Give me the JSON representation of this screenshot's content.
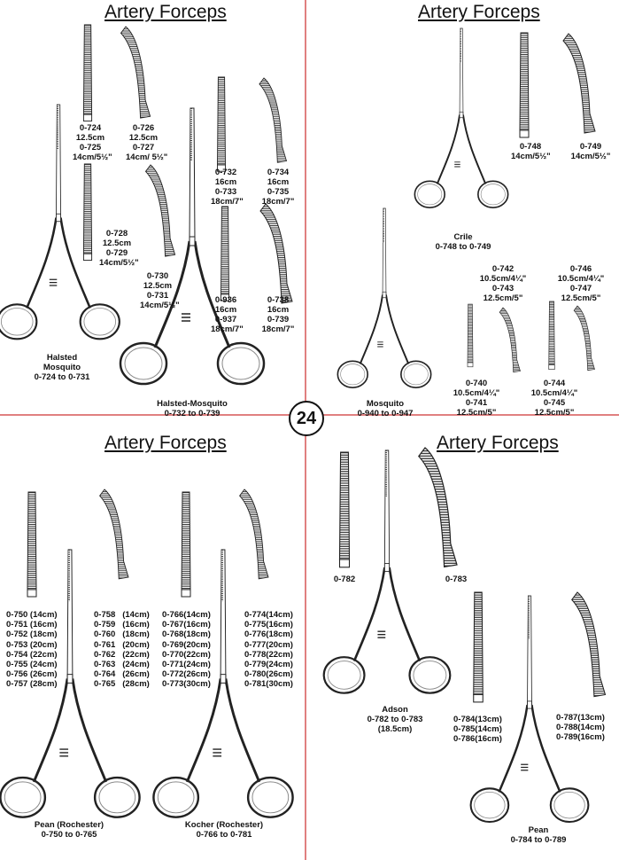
{
  "page_number": "24",
  "sections": {
    "top_left": {
      "title": "Artery Forceps",
      "items": {
        "a": "0-724\n12.5cm\n0-725\n14cm/5½\"",
        "b": "0-726\n12.5cm\n0-727\n14cm/ 5½\"",
        "c": "0-728\n12.5cm\n0-729\n14cm/5½\"",
        "d": "0-730\n12.5cm\n0-731\n14cm/5½\"",
        "e": "0-732\n16cm\n0-733\n18cm/7\"",
        "f": "0-734\n16cm\n0-735\n18cm/7\"",
        "g": "0-936\n16cm\n0-937\n18cm/7\"",
        "h": "0-738\n16cm\n0-739\n18cm/7\""
      },
      "halsted": "Halsted\nMosquito\n0-724 to 0-731",
      "halsted_mosquito": "Halsted-Mosquito\n0-732 to 0-739"
    },
    "top_right": {
      "title": "Artery Forceps",
      "items": {
        "a": "0-748\n14cm/5½\"",
        "b": "0-749\n14cm/5½\"",
        "c": "0-742\n10.5cm/4¼\"\n0-743\n12.5cm/5\"",
        "d": "0-746\n10.5cm/4¼\"\n0-747\n12.5cm/5\"",
        "e": "0-740\n10.5cm/4¼\"\n0-741\n12.5cm/5\"",
        "f": "0-744\n10.5cm/4¼\"\n0-745\n12.5cm/5\""
      },
      "crile": "Crile\n0-748 to 0-749",
      "mosquito": "Mosquito\n0-940 to 0-947"
    },
    "bottom_left": {
      "title": "Artery Forceps",
      "col1": "0-750 (14cm)\n0-751 (16cm)\n0-752 (18cm)\n0-753 (20cm)\n0-754 (22cm)\n0-755 (24cm)\n0-756 (26cm)\n0-757 (28cm)",
      "col2": "0-758   (14cm)\n0-759   (16cm)\n0-760   (18cm)\n0-761   (20cm)\n0-762   (22cm)\n0-763   (24cm)\n0-764   (26cm)\n0-765   (28cm)",
      "col3": "0-766(14cm)\n0-767(16cm)\n0-768(18cm)\n0-769(20cm)\n0-770(22cm)\n0-771(24cm)\n0-772(26cm)\n0-773(30cm)",
      "col4": "0-774(14cm)\n0-775(16cm)\n0-776(18cm)\n0-777(20cm)\n0-778(22cm)\n0-779(24cm)\n0-780(26cm)\n0-781(30cm)",
      "pean": "Pean (Rochester)\n0-750 to 0-765",
      "kocher": "Kocher (Rochester)\n0-766 to 0-781"
    },
    "bottom_right": {
      "title": "Artery Forceps",
      "item_a": "0-782",
      "item_b": "0-783",
      "adson": "Adson\n0-782 to 0-783\n(18.5cm)",
      "col1": "0-784(13cm)\n0-785(14cm)\n0-786(16cm)",
      "col2": "0-787(13cm)\n0-788(14cm)\n0-789(16cm)",
      "pean": "Pean\n0-784 to 0-789"
    }
  }
}
